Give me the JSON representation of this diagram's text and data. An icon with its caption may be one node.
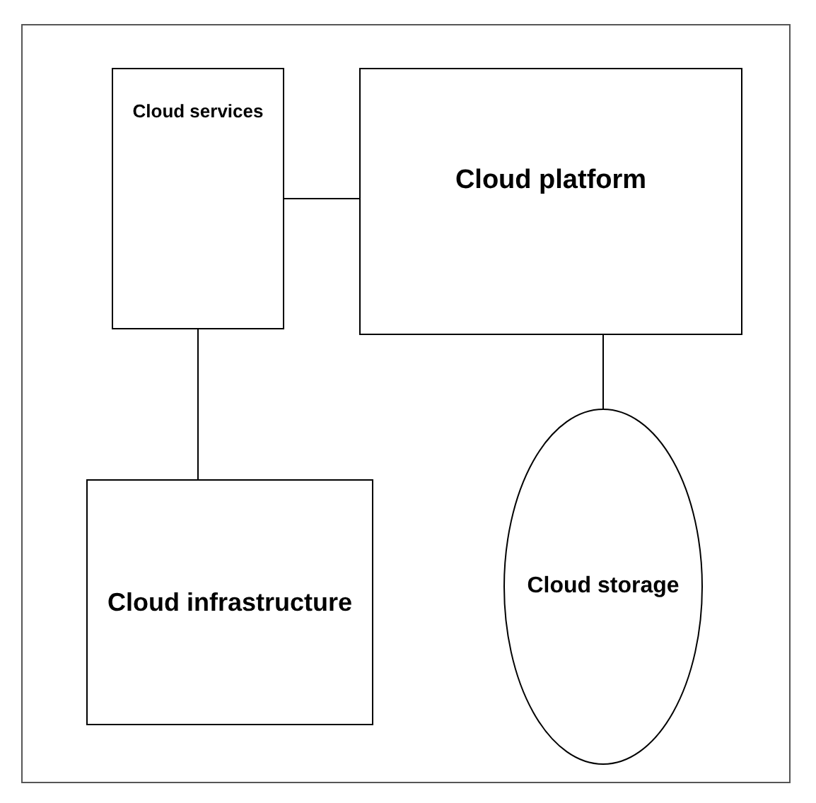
{
  "diagram": {
    "nodes": [
      {
        "text": [
          "Cloud services"
        ]
      },
      {
        "text": [
          "Cloud platform"
        ]
      },
      {
        "text": [
          "Cloud infrastructure"
        ]
      },
      {
        "text": [
          "Cloud storage"
        ]
      }
    ],
    "edges": [
      {
        "from": 0,
        "to": 1,
        "arrow": "none"
      },
      {
        "from": 0,
        "to": 2,
        "arrow": "none"
      },
      {
        "from": 1,
        "to": 3,
        "arrow": "none"
      }
    ]
  }
}
